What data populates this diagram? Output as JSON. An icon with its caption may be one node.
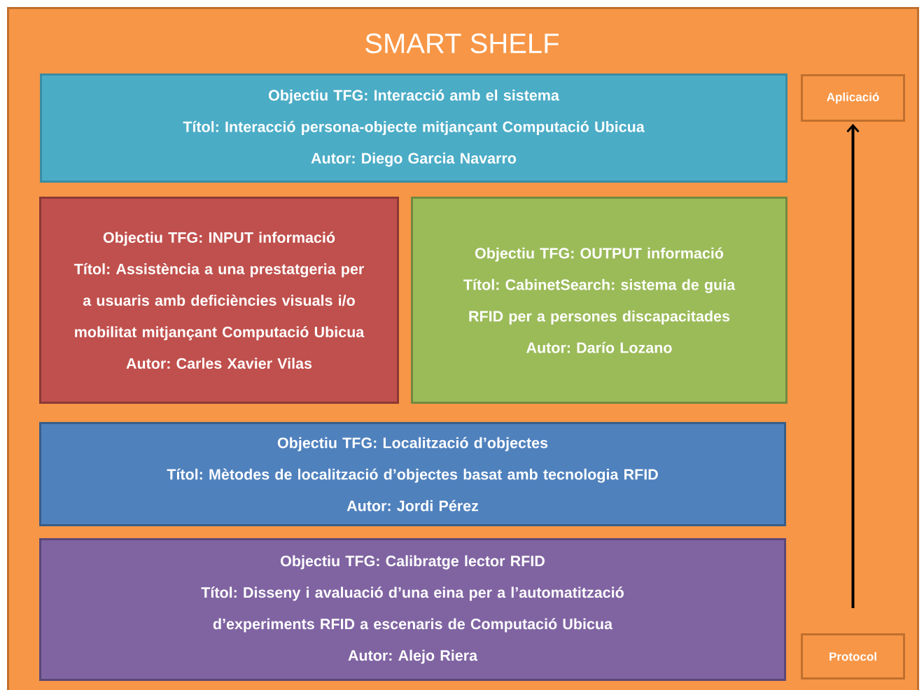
{
  "diagram": {
    "nodes": [
      {
        "text": [
          "SMART SHELF"
        ]
      },
      {
        "text": [
          "Objectiu TFG: Interacció amb el sistema",
          "Títol: Interacció persona-objecte mitjançant Computació Ubicua",
          "Autor: Diego Garcia Navarro"
        ],
        "in": 0
      },
      {
        "text": [
          "Objectiu TFG: INPUT informació",
          "Títol: Assistència a una prestatgeria per a usuaris amb deficiències visuals i/o mobilitat mitjançant Computació Ubicua",
          "Autor: Carles Xavier Vilas"
        ],
        "in": 0
      },
      {
        "text": [
          "Objectiu TFG: OUTPUT informació",
          "Títol: CabinetSearch: sistema de guia RFID per a persones discapacitades",
          "Autor: Darío Lozano"
        ],
        "in": 0
      },
      {
        "text": [
          "Objectiu TFG: Localització d’objectes",
          "Títol: Mètodes de localització d’objectes basat amb tecnologia RFID",
          "Autor: Jordi Pérez"
        ],
        "in": 0
      },
      {
        "text": [
          "Objectiu TFG: Calibratge lector RFID",
          "Títol: Disseny i avaluació d’una eina per a l’automatització d’experiments RFID a escenaris de Computació Ubicua",
          "Autor: Alejo Riera"
        ],
        "in": 0
      },
      {
        "text": [
          "Aplicació"
        ],
        "in": 0
      },
      {
        "text": [
          "Protocol"
        ],
        "in": 0
      }
    ],
    "edges": [
      {
        "from": 7,
        "to": 6,
        "arrow": "to"
      }
    ]
  }
}
